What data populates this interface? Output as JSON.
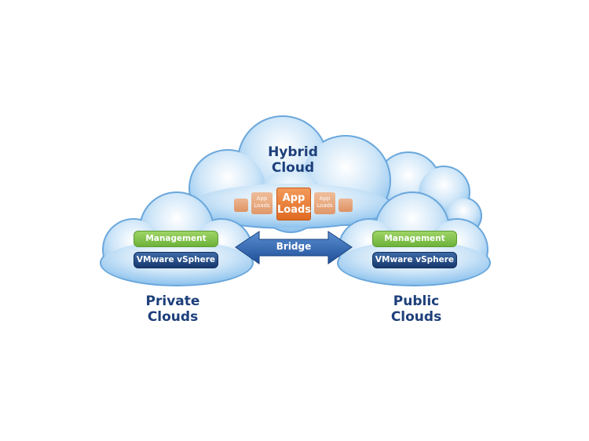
{
  "hybrid": {
    "title_line1": "Hybrid",
    "title_line2": "Cloud",
    "app_loads_main": [
      "App",
      "Loads"
    ],
    "app_loads_small": [
      "App",
      "Loads"
    ]
  },
  "private": {
    "title_line1": "Private",
    "title_line2": "Clouds",
    "management": "Management",
    "vsphere": "VMware vSphere"
  },
  "public": {
    "title_line1": "Public",
    "title_line2": "Clouds",
    "management": "Management",
    "vsphere": "VMware vSphere"
  },
  "bridge": {
    "label": "Bridge"
  },
  "colors": {
    "cloud_edge": "#5f9fd8",
    "title": "#1d3f7a",
    "management": "#7bbd45",
    "vsphere": "#1f427c",
    "app": "#e87a30",
    "bridge": "#2d62ad"
  }
}
